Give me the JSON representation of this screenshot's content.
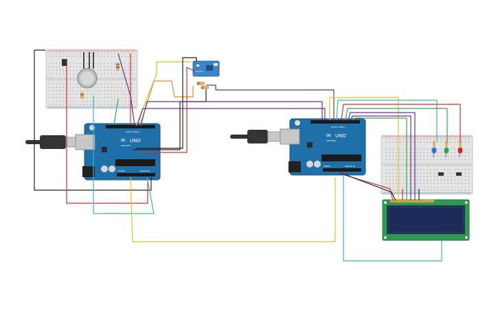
{
  "boards": {
    "left": {
      "logo": "UNO",
      "brand": "ARDUINO",
      "header_digital": "DIGITAL (PWM~)",
      "header_analog": "ANALOG IN",
      "header_power": "POWER"
    },
    "right": {
      "logo": "UNO",
      "brand": "ARDUINO",
      "header_digital": "DIGITAL (PWM~)",
      "header_analog": "ANALOG IN",
      "header_power": "POWER"
    }
  },
  "colors": {
    "board": "#1f6fa8",
    "breadboard": "#e6e6e6",
    "lcd_pcb": "#2f9a4f",
    "lcd_screen": "#1c2b57",
    "wifi_module": "#3a86c8",
    "wire_red": "#d62f2f",
    "wire_black": "#222222",
    "wire_purple": "#6a2d8f",
    "wire_yellow": "#e1c21c",
    "wire_cyan": "#39b3c4",
    "wire_green": "#39a64a",
    "wire_orange": "#e98a1f"
  },
  "components": {
    "sensor_left": "ultrasonic-round-sensor",
    "leds_right": [
      "blue",
      "green",
      "red"
    ],
    "cables": [
      "usb-cable-left",
      "usb-cable-right"
    ]
  }
}
